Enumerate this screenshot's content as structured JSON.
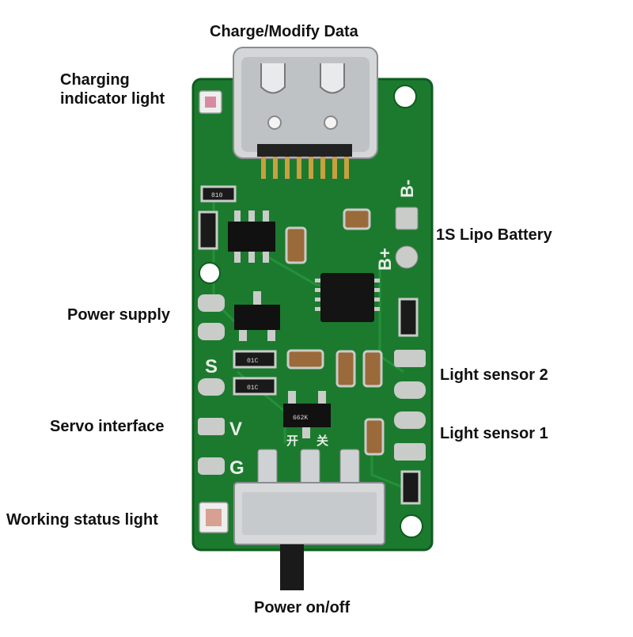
{
  "labels": {
    "top": "Charge/Modify Data",
    "charging_line1": "Charging",
    "charging_line2": "indicator light",
    "battery": "1S Lipo Battery",
    "power_supply": "Power supply",
    "light_sensor_2": "Light sensor 2",
    "servo": "Servo interface",
    "light_sensor_1": "Light sensor 1",
    "working": "Working status light",
    "power_switch": "Power on/off"
  },
  "silkscreen": {
    "b_minus": "B-",
    "b_plus": "B+",
    "s": "S",
    "v": "V",
    "g": "G",
    "open": "开",
    "close": "关",
    "resistor_r1": "810",
    "resistor_top": "01C",
    "resistor_bot": "01C",
    "ic_code": "662K"
  },
  "colors": {
    "pcb": "#1c7a2e",
    "pcb_edge": "#0f5c1f",
    "pad": "#c9ccc9",
    "metal": "#d9d9d9",
    "chip": "#1a1a1a"
  }
}
